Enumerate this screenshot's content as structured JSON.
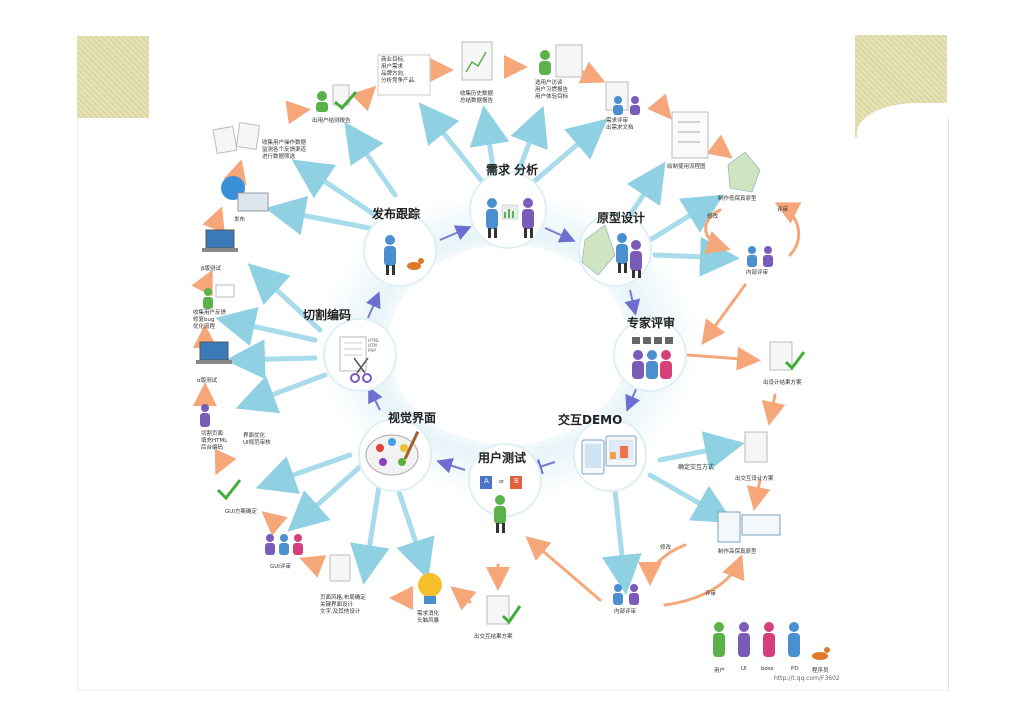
{
  "hubs": {
    "requirements": "需求 分析",
    "prototype": "原型设计",
    "expert_review": "专家评审",
    "interaction_demo": "交互DEMO",
    "user_test": "用户测试",
    "visual": "视觉界面",
    "coding": "切割编码",
    "release": "发布跟踪"
  },
  "nodes": {
    "goals": "商业目标,\n用户需求\n品牌方向,\n分析竞争产品.",
    "history": "收集历史数据\n总结数据报告",
    "interview": "选用户访谈\n用户习惯报告\n用户体验目标",
    "req_doc": "需求评审\n出需求文档",
    "flowchart": "绘制使用流程图",
    "lofi": "制作低保真原型",
    "modify": "修改",
    "review": "评审",
    "internal_review_top": "内部评审",
    "design_plan": "出设计结果方案",
    "decide_interaction": "确定交互方式",
    "interaction_plan": "出交互设计方案",
    "hifi": "制作高保真原型",
    "modify2": "修改",
    "review2": "评审",
    "internal_review_bottom": "内部评审",
    "interaction_result": "出交互结果方案",
    "digest": "需求消化\n头脑风暴",
    "visual_style": "页面风格,布局确定\n关键界面设计\n文字,及其他设计",
    "gui_review": "GUI评审",
    "gui_final": "GUI方案确定",
    "ui_opt": "界面优化\nUI规范审核",
    "slicing": "切割页面\n填充HTML\n后台编码",
    "alpha": "α版测试",
    "feedback": "收集用户反馈\n修复bug\n优化流程",
    "beta": "β版测试",
    "publish": "发布",
    "collect_ops": "收集用户操作数据\n监测各个反馈渠道\n进行数据筛选",
    "user_report": "出用户结测报告"
  },
  "icons": {
    "card_b": "B",
    "card_a": "A",
    "or": "or",
    "html_lines": "HTML\nHTM\nPHP"
  },
  "legend": [
    "用户",
    "UI",
    "boss",
    "PD",
    "程序员"
  ],
  "credit": "http://t.qq.com/F3602",
  "colors": {
    "arrow_blue": "#9fd8e6",
    "arrow_orange": "#f7b48a",
    "arrow_purple": "#7a7ad0",
    "person_blue": "#4a8fd0",
    "person_purple": "#7a5bb8",
    "person_green": "#5cb24a",
    "person_pink": "#d6407a",
    "check_green": "#3fae3a"
  }
}
